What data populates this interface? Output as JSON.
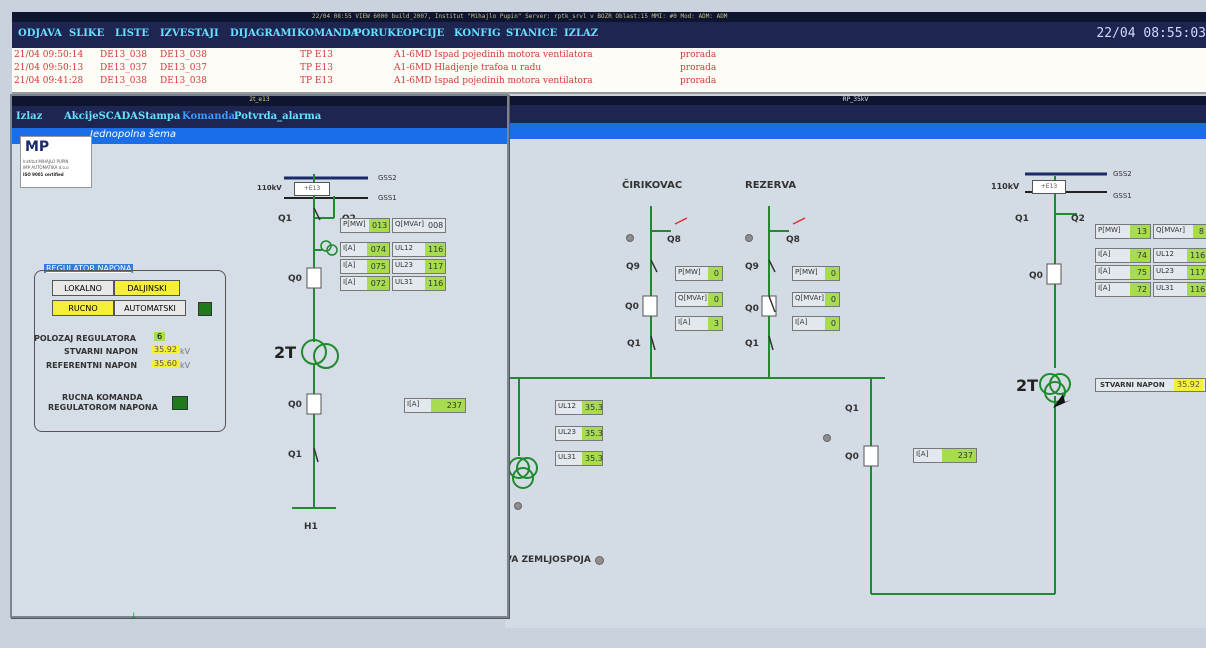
{
  "top_bar": {
    "text": "22/04 08:55   VIEW 6000 build_2007, Institut \"Mihajlo Pupin\"   Server: rptk_srvl   v BOZR   Oblast:15   MMI: #0   Mod: ADM: ADM"
  },
  "menu": {
    "items": [
      "ODJAVA",
      "SLIKE",
      "LISTE",
      "IZVESTAJI",
      "DIJAGRAMI",
      "KOMANDA",
      "PORUKE",
      "OPCIJE",
      "KONFIG",
      "STANICE",
      "IZLAZ"
    ],
    "clock": "22/04 08:55:03"
  },
  "alarms": [
    {
      "time": "21/04 09:50:14",
      "id": "DE13_038",
      "id2": "DE13_038",
      "tp": "TP E13",
      "msg": "A1-6MD Ispad pojedinih motora ventilatora",
      "status": "proradа"
    },
    {
      "time": "21/04 09:50:13",
      "id": "DE13_037",
      "id2": "DE13_037",
      "tp": "TP E13",
      "msg": "A1-6MD Hladjenje trafoa u radu",
      "status": "proradа"
    },
    {
      "time": "21/04 09:41:28",
      "id": "DE13_038",
      "id2": "DE13_038",
      "tp": "TP E13",
      "msg": "A1-6MD Ispad pojedinih motora ventilatora",
      "status": "proradа"
    }
  ],
  "dialog": {
    "title": "2t_e13",
    "menu": [
      "Izlaz",
      "AkcijeSCADA",
      "Stampa",
      "Komanda",
      "Potvrda_alarma"
    ],
    "subtitle": "Jednopolna šema",
    "logo": {
      "text": "MP",
      "line1": "Institut MIHAJLO PUPIN",
      "line2": "IMP AUTOMATIKA d.o.o",
      "line3": "ISO 9001 certified"
    },
    "bus_voltage": "110kV",
    "bus_tag": "+E13",
    "bus_labels": [
      "GSS2",
      "GSS1"
    ],
    "q1": "Q1",
    "q2": "Q2",
    "q0": "Q0",
    "q0b": "Q0",
    "q1b": "Q1",
    "transformer": "2T",
    "h1": "H1",
    "measures": {
      "p": {
        "unit": "P[MW]",
        "val": "013"
      },
      "q": {
        "unit": "Q[MVAr]",
        "val": "008"
      },
      "i1": {
        "unit": "I[A]",
        "val": "074"
      },
      "i2": {
        "unit": "I[A]",
        "val": "075"
      },
      "i3": {
        "unit": "I[A]",
        "val": "072"
      },
      "u12": {
        "unit": "UL12",
        "val": "116"
      },
      "u23": {
        "unit": "UL23",
        "val": "117"
      },
      "u31": {
        "unit": "UL31",
        "val": "116"
      },
      "i_low": {
        "unit": "I[A]",
        "val": "237"
      }
    },
    "regulator": {
      "title": "REGULATOR NAPONA",
      "lokalno": "LOKALNO",
      "daljinski": "DALJINSKI",
      "rucno": "RUCNO",
      "automatski": "AUTOMATSKI",
      "polozaj_label": "POLOZAJ REGULATORA",
      "polozaj_val": "6",
      "stvarni_label": "STVARNI NAPON",
      "stvarni_val": "35.92",
      "referentni_label": "REFERENTNI NAPON",
      "referentni_val": "35.60",
      "unit": "kV",
      "rucna_label1": "RUCNA KOMANDA",
      "rucna_label2": "REGULATOROM NAPONA"
    }
  },
  "main": {
    "title": "RP_35kV",
    "cirikovac": "ČIRIKOVAC",
    "rezerva": "REZERVA",
    "q8": "Q8",
    "q8b": "Q8",
    "q9": "Q9",
    "q9b": "Q9",
    "q0": "Q0",
    "q0b": "Q0",
    "q1": "Q1",
    "q1b": "Q1",
    "feeder1": {
      "p": {
        "unit": "P[MW]",
        "val": "0"
      },
      "q": {
        "unit": "Q[MVAr]",
        "val": "0"
      },
      "i": {
        "unit": "I[A]",
        "val": "3"
      }
    },
    "feeder2": {
      "p": {
        "unit": "P[MW]",
        "val": "0"
      },
      "q": {
        "unit": "Q[MVAr]",
        "val": "0"
      },
      "i": {
        "unit": "I[A]",
        "val": "0"
      }
    },
    "u_bus": [
      {
        "unit": "UL12",
        "val": "35.3"
      },
      {
        "unit": "UL23",
        "val": "35.3"
      },
      {
        "unit": "UL31",
        "val": "35.3"
      }
    ],
    "zemljospoja": "VA ZEMLJOSPOJA",
    "right": {
      "bus_voltage": "110kV",
      "bus_tag": "+E13",
      "bus_labels": [
        "GSS2",
        "GSS1"
      ],
      "q1": "Q1",
      "q2": "Q2",
      "q0": "Q0",
      "transformer": "2T",
      "stvarni_label": "STVARNI NAPON",
      "stvarni_val": "35.92",
      "p": {
        "unit": "P[MW]",
        "val": "13"
      },
      "q": {
        "unit": "Q[MVAr]",
        "val": "8"
      },
      "i1": {
        "unit": "I[A]",
        "val": "74"
      },
      "i2": {
        "unit": "I[A]",
        "val": "75"
      },
      "i3": {
        "unit": "I[A]",
        "val": "72"
      },
      "u12": {
        "unit": "UL12",
        "val": "116"
      },
      "u23": {
        "unit": "UL23",
        "val": "117"
      },
      "u31": {
        "unit": "UL31",
        "val": "116"
      },
      "q1_low": "Q1",
      "q0_low": "Q0",
      "i_low": {
        "unit": "I[A]",
        "val": "237"
      }
    }
  },
  "colors": {
    "line": "#1f8a2e",
    "meas_bg": "#a6dc4e",
    "yellow": "#f5ee3a",
    "dark_green": "#1d7a1d",
    "menu_text": "#66e0ff",
    "alarm_text": "#d33838"
  }
}
